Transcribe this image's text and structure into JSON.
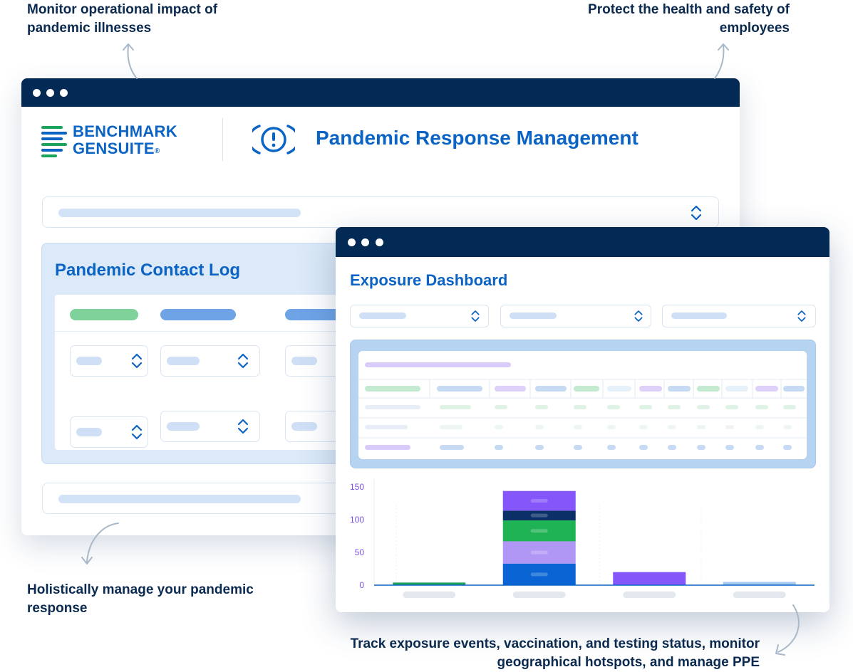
{
  "captions": {
    "top_left": "Monitor operational impact of pandemic illnesses",
    "top_right": "Protect the health and safety of employees",
    "bottom_left": "Holistically manage your pandemic response",
    "bottom_right": "Track exposure events, vaccination, and testing status, monitor geographical hotspots, and manage PPE"
  },
  "main_window": {
    "logo": {
      "line1": "BENCHMARK",
      "line2": "GENSUITE",
      "mark": "®"
    },
    "title": "Pandemic Response Management",
    "panel_title": "Pandemic Contact Log"
  },
  "dashboard": {
    "title": "Exposure Dashboard"
  },
  "chart_data": {
    "type": "bar",
    "title": "",
    "xlabel": "",
    "ylabel": "",
    "ylim": [
      0,
      160
    ],
    "y_ticks": [
      "150",
      "100",
      "50",
      "0"
    ],
    "tick_values": [
      150,
      100,
      50,
      0
    ],
    "categories": [
      "",
      "",
      "",
      ""
    ],
    "series": [
      {
        "values": [
          4,
          33,
          0,
          5
        ]
      },
      {
        "values": [
          0,
          34,
          0,
          0
        ]
      },
      {
        "values": [
          0,
          32,
          0,
          0
        ]
      },
      {
        "values": [
          0,
          15,
          0,
          0
        ]
      },
      {
        "values": [
          0,
          30,
          20,
          0
        ]
      }
    ],
    "colors": [
      "#0a64d4",
      "#b197f5",
      "#20b356",
      "#0b3068",
      "#8557fb"
    ],
    "first_bar_color": "#20a35b",
    "last_bar_color": "#a8cbf2",
    "grid": false
  },
  "colors": {
    "navy": "#032a55",
    "brand_blue": "#0b63c4",
    "accent_purple": "#7b53e8"
  }
}
